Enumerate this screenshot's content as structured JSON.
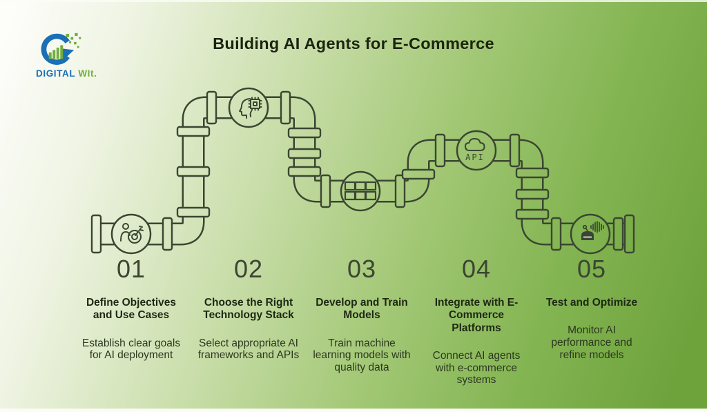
{
  "brand": {
    "name_primary": "DIGITAL",
    "name_secondary": "WIt.",
    "logo_icon": "digital-wit-logo",
    "color_primary": "#1a6fb5",
    "color_secondary": "#72ad3e"
  },
  "header": {
    "title": "Building AI Agents for E-Commerce"
  },
  "diagram": {
    "type": "pipeline-flow",
    "colors": {
      "pipe_stroke": "#3a4631",
      "background_gradient_start": "#fdfdfa",
      "background_gradient_end": "#6ea33c"
    },
    "steps": [
      {
        "number": "01",
        "title": "Define Objectives and Use Cases",
        "description": "Establish clear goals for AI deployment",
        "icon": "person-target-icon"
      },
      {
        "number": "02",
        "title": "Choose the Right Technology Stack",
        "description": "Select appropriate AI frameworks and APIs",
        "icon": "head-chip-icon"
      },
      {
        "number": "03",
        "title": "Develop and Train Models",
        "description": "Train machine learning models with quality data",
        "icon": "grid-icon"
      },
      {
        "number": "04",
        "title": "Integrate with E-Commerce Platforms",
        "description": "Connect AI agents with e-commerce systems",
        "icon": "cloud-api-icon",
        "icon_label": "API"
      },
      {
        "number": "05",
        "title": "Test and Optimize",
        "description": "Monitor AI performance and refine models",
        "icon": "robot-sound-icon"
      }
    ]
  }
}
